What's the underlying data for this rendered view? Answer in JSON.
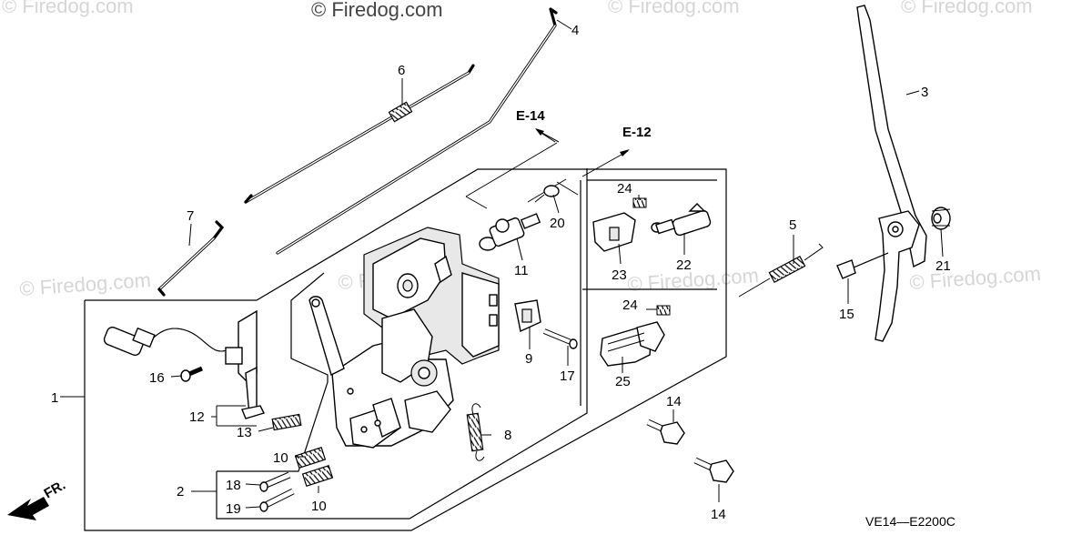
{
  "diagram": {
    "watermarks": {
      "top_center": "© Firedog.com",
      "faint": [
        "© Firedog.com",
        "© Firedog.com",
        "© Firedog.com",
        "© Firedog.com",
        "© Firedog.com",
        "© Firedog.com",
        "© Firedog.com"
      ]
    },
    "ref_labels": {
      "e14": "E-14",
      "e12": "E-12"
    },
    "direction_label": "FR.",
    "diagram_code": "VE14—E2200C",
    "callouts": {
      "p1": "1",
      "p2": "2",
      "p3": "3",
      "p4": "4",
      "p5": "5",
      "p6": "6",
      "p7": "7",
      "p8": "8",
      "p9": "9",
      "p10a": "10",
      "p10b": "10",
      "p11": "11",
      "p12": "12",
      "p13": "13",
      "p14a": "14",
      "p14b": "14",
      "p15": "15",
      "p16": "16",
      "p17": "17",
      "p18": "18",
      "p19": "19",
      "p20": "20",
      "p21": "21",
      "p22": "22",
      "p23": "23",
      "p24a": "24",
      "p24b": "24",
      "p25": "25"
    }
  }
}
